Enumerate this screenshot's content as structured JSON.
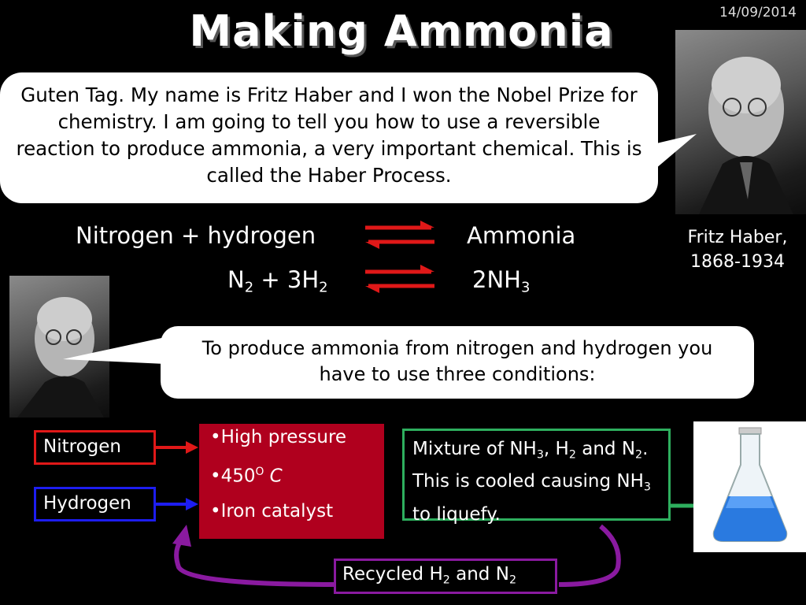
{
  "header": {
    "title": "Making Ammonia",
    "date": "14/09/2014"
  },
  "speech": {
    "intro": "Guten Tag.  My name is Fritz Haber and I won the Nobel Prize for chemistry.  I am going to tell you how to use a reversible reaction to produce ammonia, a very important chemical.  This is called the Haber Process.",
    "conditions_intro": "To produce ammonia from nitrogen and hydrogen you have to use three conditions:"
  },
  "portrait": {
    "caption_name": "Fritz Haber,",
    "caption_years": "1868-1934"
  },
  "equation": {
    "word_left": "Nitrogen + hydrogen",
    "word_right": "Ammonia",
    "formula_n": "N",
    "formula_n_sub": "2",
    "formula_plus": " + 3H",
    "formula_h_sub": "2",
    "formula_right": "2NH",
    "formula_right_sub": "3"
  },
  "process": {
    "input_nitrogen": "Nitrogen",
    "input_hydrogen": "Hydrogen",
    "conditions": [
      "•High pressure",
      "•450",
      "•Iron catalyst"
    ],
    "temp_sup": "O",
    "temp_unit": " C",
    "mixture": {
      "p1": "Mixture of NH",
      "s1": "3",
      "p2": ", H",
      "s2": "2",
      "p3": " and N",
      "s3": "2",
      "p4": ".  This is cooled causing NH",
      "s4": "3",
      "p5": " to liquefy."
    },
    "recycled": {
      "p1": "Recycled H",
      "s1": "2",
      "p2": " and N",
      "s2": "2"
    }
  },
  "colors": {
    "nitrogen": "#e01818",
    "hydrogen": "#1d1df0",
    "conditions": "#b0001e",
    "mixture": "#2eaf5e",
    "recycle": "#8a1aa0",
    "equilibrium_arrow": "#e01818"
  },
  "icons": {
    "equilibrium": "equilibrium-arrows-icon",
    "flask": "conical-flask-icon"
  }
}
